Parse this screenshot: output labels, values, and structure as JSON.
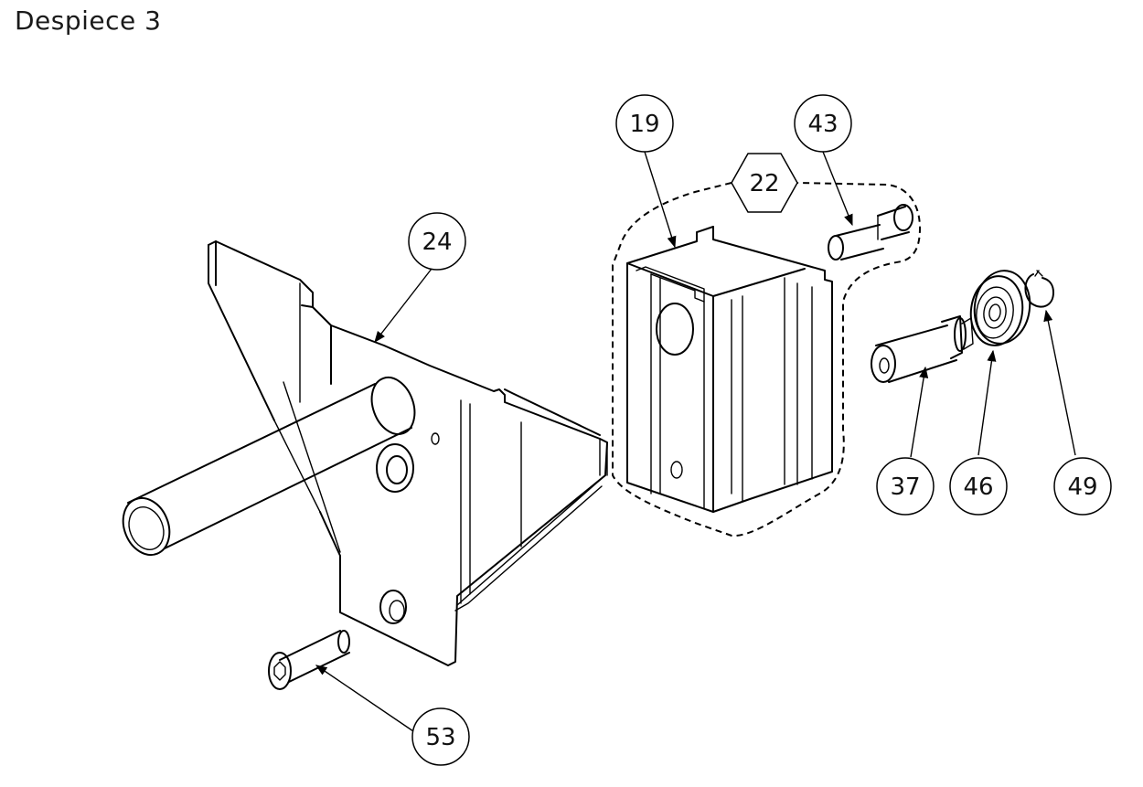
{
  "title": "Despiece 3",
  "balloons": {
    "b19": "19",
    "b22": "22",
    "b24": "24",
    "b37": "37",
    "b43": "43",
    "b46": "46",
    "b49": "49",
    "b53": "53"
  }
}
